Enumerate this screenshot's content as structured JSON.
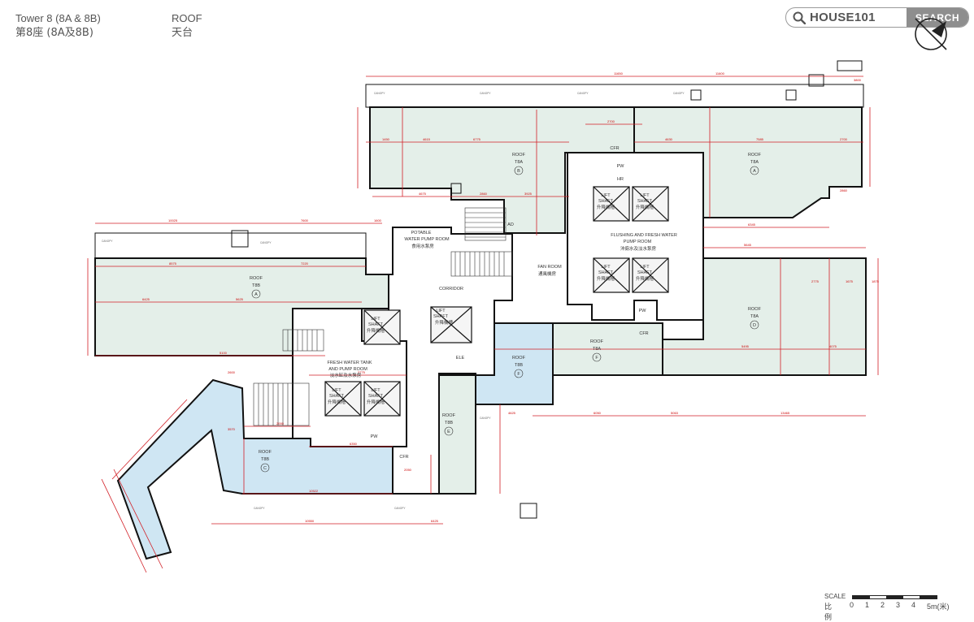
{
  "header": {
    "tower_en": "Tower 8 (8A & 8B)",
    "tower_zh": "第8座 (8A及8B)",
    "floor_en": "ROOF",
    "floor_zh": "天台"
  },
  "search": {
    "brand": "HOUSE101",
    "button": "SEARCH",
    "icon": "magnifier-icon"
  },
  "rooms": {
    "roof_t8a_b": {
      "l1": "ROOF",
      "l2": "T8A",
      "tag": "B"
    },
    "roof_t8a_a": {
      "l1": "ROOF",
      "l2": "T8A",
      "tag": "A"
    },
    "roof_t8b_a": {
      "l1": "ROOF",
      "l2": "T8B",
      "tag": "A"
    },
    "roof_t8a_d": {
      "l1": "ROOF",
      "l2": "T8A",
      "tag": "D"
    },
    "roof_t8a_f": {
      "l1": "ROOF",
      "l2": "T8A",
      "tag": "F"
    },
    "roof_t8b_f": {
      "l1": "ROOF",
      "l2": "T8B",
      "tag": "F"
    },
    "roof_t8b_e": {
      "l1": "ROOF",
      "l2": "T8B",
      "tag": "E"
    },
    "roof_t8b_c": {
      "l1": "ROOF",
      "l2": "T8B",
      "tag": "C"
    },
    "potable_en1": "POTABLE",
    "potable_en2": "WATER PUMP ROOM",
    "potable_zh": "食用水泵房",
    "corridor": "CORRIDOR",
    "fan_en": "FAN ROOM",
    "fan_zh": "通風機房",
    "flushing_en1": "FLUSHING AND FRESH WATER",
    "flushing_en2": "PUMP ROOM",
    "flushing_zh": "沖廁水及淡水泵房",
    "fresh_en1": "FRESH WATER TANK",
    "fresh_en2": "AND PUMP ROOM",
    "fresh_zh": "淡水缸及水泵房",
    "lift_en1": "LIFT",
    "lift_en2": "SHAFT",
    "lift_zh": "升降機槽",
    "ele": "ELE",
    "cfr": "CFR",
    "pw": "PW",
    "hr": "HR",
    "ad": "AD",
    "canopy": "CANOPY"
  },
  "dims": {
    "d1": "11650",
    "d2": "11600",
    "d3": "4615",
    "d4": "6775",
    "d5": "10025",
    "d6": "7600",
    "d7": "1600",
    "d8": "8575",
    "d9": "7220",
    "d10": "6425",
    "d11": "5625",
    "d12": "5100",
    "d13": "6345",
    "d14": "5645",
    "d15": "5495",
    "d16": "2860",
    "d17": "4675",
    "d18": "2860",
    "d19": "3925",
    "d20": "2700",
    "d21": "7585",
    "d22": "4630",
    "d23": "1675",
    "d24": "2700",
    "d25": "3800",
    "d26": "4075",
    "d27": "10522",
    "d28": "10550",
    "d29": "6425",
    "d30": "13465",
    "d31": "4625",
    "d32": "6050",
    "d33": "5063",
    "d34": "6350",
    "d35": "2050",
    "d36": "2600",
    "d37": "3570",
    "d38": "2000",
    "d39": "1450",
    "d40": "2775",
    "d41": "1875",
    "d42": "2775"
  },
  "scale": {
    "label_en": "SCALE",
    "label_zh": "比例",
    "ticks": [
      "0",
      "1",
      "2",
      "3",
      "4",
      "5m(米)"
    ]
  },
  "colors": {
    "roof_green": "#e4efe9",
    "roof_blue": "#cfe6f3",
    "wall": "#111111",
    "dimension": "#d21f26",
    "corridor": "#ffffff"
  }
}
